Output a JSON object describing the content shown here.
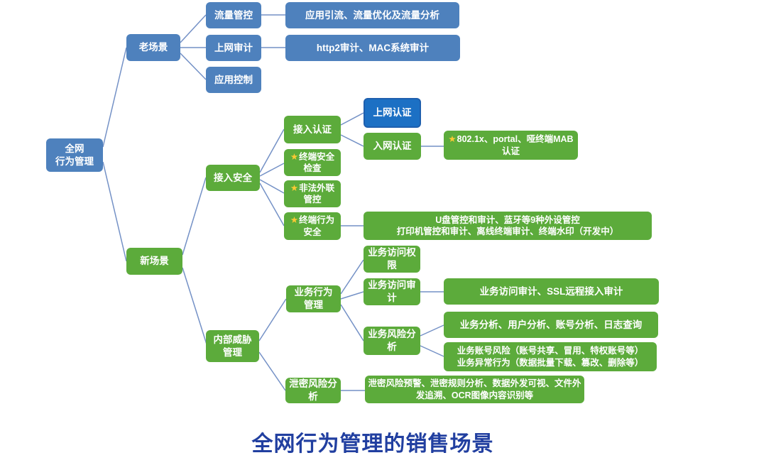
{
  "title": "全网行为管理的销售场景",
  "colors": {
    "branch_blue": "#4E81BD",
    "branch_green": "#5CAB3B",
    "highlight_blue": "#1C70C4",
    "highlight_border": "#1E5FAE",
    "connector": "#7491C6",
    "title_text": "#213FA0",
    "star": "#FFC933"
  },
  "icons": {
    "star": "★"
  },
  "nodes": {
    "root": {
      "line1": "全网",
      "line2": "行为管理"
    },
    "old_scene": {
      "label": "老场景"
    },
    "traffic_mgmt": {
      "label": "流量管控"
    },
    "traffic_detail": {
      "label": "应用引流、流量优化及流量分析"
    },
    "internet_audit": {
      "label": "上网审计"
    },
    "internet_audit_detail": {
      "label": "http2审计、MAC系统审计"
    },
    "app_control": {
      "label": "应用控制"
    },
    "new_scene": {
      "label": "新场景"
    },
    "access_security": {
      "label": "接入安全"
    },
    "access_auth": {
      "label": "接入认证"
    },
    "online_auth": {
      "label": "上网认证"
    },
    "network_auth": {
      "label": "入网认证"
    },
    "network_auth_detail": {
      "star": "★",
      "label": "802.1x、portal、哑终端MAB认证"
    },
    "terminal_security_check": {
      "star": "★",
      "label": "终端安全检查"
    },
    "illegal_outreach": {
      "star": "★",
      "label": "非法外联管控"
    },
    "terminal_behavior_security": {
      "star": "★",
      "label": "终端行为安全"
    },
    "peripheral_detail": {
      "line1": "U盘管控和审计、蓝牙等9种外设管控",
      "line2": "打印机管控和审计、离线终端审计、终端水印（开发中）"
    },
    "internal_threat": {
      "line1": "内部威胁",
      "line2": "管理"
    },
    "business_behavior": {
      "line1": "业务行为",
      "line2": "管理"
    },
    "business_access_permission": {
      "label": "业务访问权限"
    },
    "business_access_audit": {
      "label": "业务访问审计"
    },
    "business_access_audit_detail": {
      "label": "业务访问审计、SSL远程接入审计"
    },
    "business_risk_analysis": {
      "label": "业务风险分析"
    },
    "business_analysis_detail": {
      "label": "业务分析、用户分析、账号分析、日志查询"
    },
    "business_risk_detail": {
      "line1": "业务账号风险（账号共享、冒用、特权账号等）",
      "line2": "业务异常行为（数据批量下载、篡改、删除等）"
    },
    "leak_risk_analysis": {
      "label": "泄密风险分析"
    },
    "leak_risk_detail": {
      "label": "泄密风险预警、泄密规则分析、数据外发可视、文件外发追溯、OCR图像内容识别等"
    }
  }
}
